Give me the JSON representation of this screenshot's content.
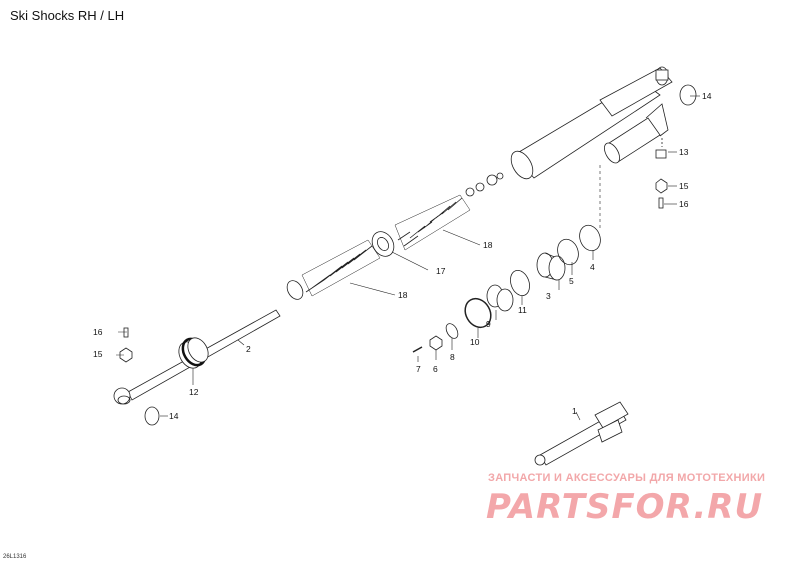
{
  "title": "Ski Shocks RH / LH",
  "reference": "26L1316",
  "watermark": {
    "line1": "ЗАПЧАСТИ И АКСЕССУАРЫ ДЛЯ МОТОТЕХНИКИ",
    "logo": "PARTSFOR.RU"
  },
  "callouts": [
    "1",
    "2",
    "3",
    "4",
    "5",
    "6",
    "7",
    "8",
    "9",
    "10",
    "11",
    "12",
    "13",
    "14",
    "14",
    "15",
    "15",
    "16",
    "16",
    "17",
    "18",
    "18"
  ]
}
